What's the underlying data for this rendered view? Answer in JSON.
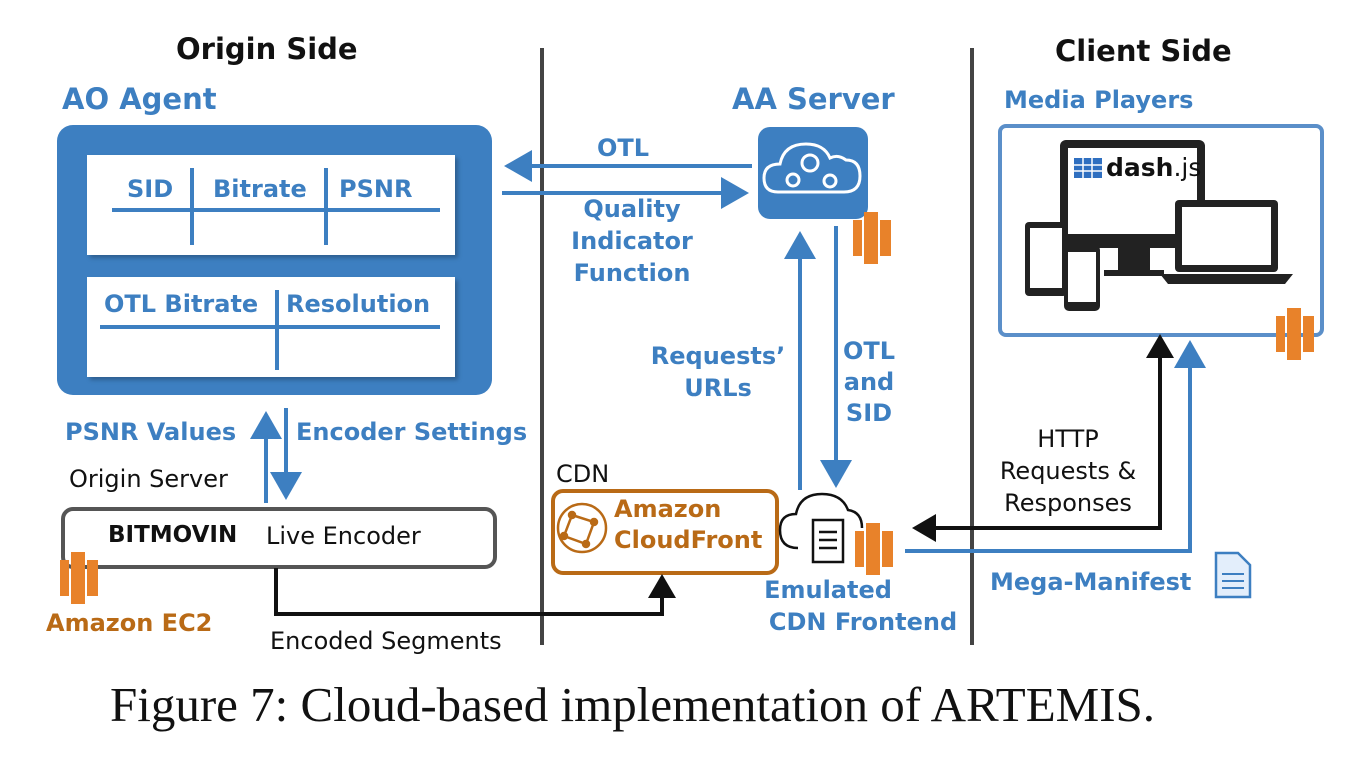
{
  "headers": {
    "origin_side": "Origin Side",
    "client_side": "Client Side"
  },
  "ao_agent": {
    "title": "AO Agent",
    "table1": {
      "col1": "SID",
      "col2": "Bitrate",
      "col3": "PSNR"
    },
    "table2": {
      "col1": "OTL Bitrate",
      "col2": "Resolution"
    }
  },
  "aa_server": {
    "title": "AA Server"
  },
  "media_players": {
    "title": "Media Players",
    "dash_logo": "dash",
    "dash_suffix": ".js"
  },
  "labels": {
    "otl": "OTL",
    "quality_indicator": [
      "Quality",
      "Indicator",
      "Function"
    ],
    "requests_urls": [
      "Requests’",
      "URLs"
    ],
    "otl_and_sid": [
      "OTL",
      "and",
      "SID"
    ],
    "psnr_values": "PSNR Values",
    "encoder_settings": "Encoder Settings",
    "origin_server": "Origin Server",
    "cdn": "CDN",
    "http": [
      "HTTP",
      "Requests &",
      "Responses"
    ],
    "mega_manifest": "Mega-Manifest",
    "emulated_cdn": [
      "Emulated",
      "CDN Frontend"
    ],
    "encoded_segments": "Encoded Segments",
    "amazon_ec2": "Amazon EC2"
  },
  "encoder": {
    "brand": "BITMOVIN",
    "name": "Live Encoder"
  },
  "cloudfront": {
    "line1": "Amazon",
    "line2": "CloudFront"
  },
  "caption": "Figure 7: Cloud-based implementation of ARTEMIS.",
  "colors": {
    "blue": "#3d7fc1",
    "orange": "#b96a16",
    "aws_orange": "#e8822a",
    "dark": "#111111"
  },
  "icons": [
    "cloud-gears-icon",
    "aws-icon",
    "monitor-icon",
    "laptop-icon",
    "tablet-icon",
    "phone-icon",
    "document-icon",
    "cloud-server-icon",
    "cloudfront-icon"
  ]
}
